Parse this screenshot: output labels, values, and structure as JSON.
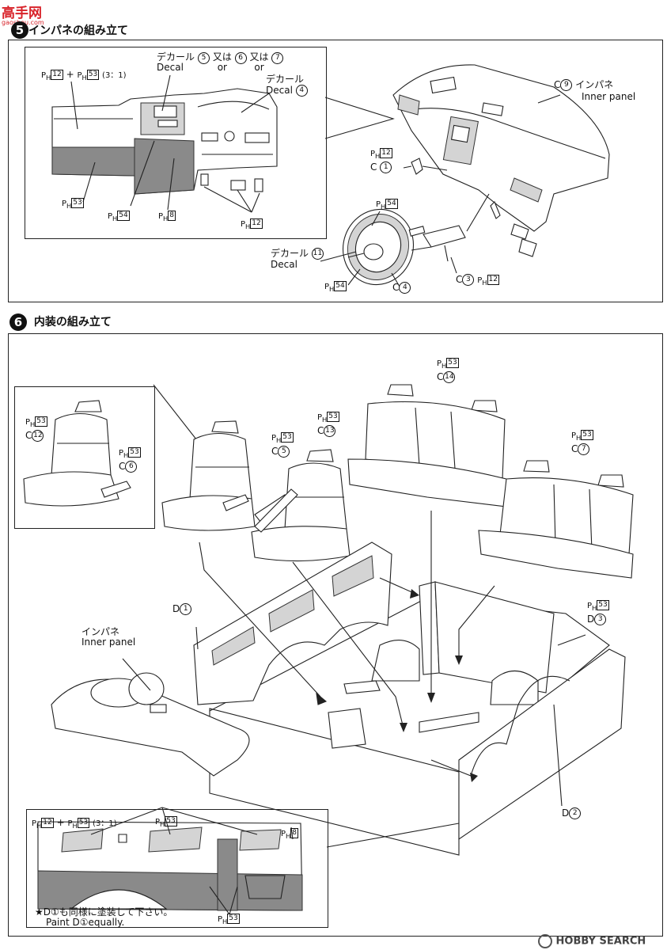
{
  "watermark": {
    "site_logo": "高手网",
    "site_domain": "gaoshou.com",
    "bottom_brand": "HOBBY SEARCH"
  },
  "step5": {
    "number": "5",
    "title": "インパネの組み立て",
    "inset": {
      "paint_mix": {
        "a": "12",
        "plus": "+",
        "b": "53",
        "ratio": "(3：1)"
      },
      "decal_jp": "デカール",
      "decal_en": "Decal",
      "decal_opts": {
        "n1": "5",
        "or1_jp": "又は",
        "or1_en": "or",
        "n2": "6",
        "or2_jp": "又は",
        "or2_en": "or",
        "n3": "7"
      },
      "decal2_jp": "デカール",
      "decal2_en": "Decal",
      "decal2_num": "4",
      "label_53": "53",
      "label_54": "54",
      "label_8": "8",
      "label_12": "12"
    },
    "main": {
      "c9_letter": "C",
      "c9_num": "9",
      "inner_panel_jp": "インパネ",
      "inner_panel_en": "Inner panel",
      "ph12_top": "12",
      "c1_letter": "C",
      "c1_num": "1",
      "ph54_wheel": "54",
      "decal11_jp": "デカール",
      "decal11_en": "Decal",
      "decal11_num": "11",
      "ph54_bottom": "54",
      "c4_letter": "C",
      "c4_num": "4",
      "c3_letter": "C",
      "c3_num": "3",
      "c3_ph": "12"
    }
  },
  "step6": {
    "number": "6",
    "title": "内装の組み立て",
    "inset_seat": {
      "ph53_a": "53",
      "c12_letter": "C",
      "c12_num": "12",
      "ph53_b": "53",
      "c6_letter": "C",
      "c6_num": "6"
    },
    "c5": {
      "ph": "53",
      "letter": "C",
      "num": "5"
    },
    "c13": {
      "ph": "53",
      "letter": "C",
      "num": "13"
    },
    "c14": {
      "ph": "53",
      "letter": "C",
      "num": "14"
    },
    "c7": {
      "ph": "53",
      "letter": "C",
      "num": "7"
    },
    "d1": {
      "letter": "D",
      "num": "1"
    },
    "d2": {
      "letter": "D",
      "num": "2"
    },
    "d3": {
      "ph": "53",
      "letter": "D",
      "num": "3"
    },
    "inner_panel_jp": "インパネ",
    "inner_panel_en": "Inner panel",
    "bottom_inset": {
      "paint_mix": {
        "a": "12",
        "plus": "+",
        "b": "53",
        "ratio": "(3：1)"
      },
      "ph53_top": "53",
      "ph8": "8",
      "ph53_bottom": "53",
      "note_jp": "★D①も同様に塗装して下さい。",
      "note_en": "Paint D①equally."
    }
  }
}
